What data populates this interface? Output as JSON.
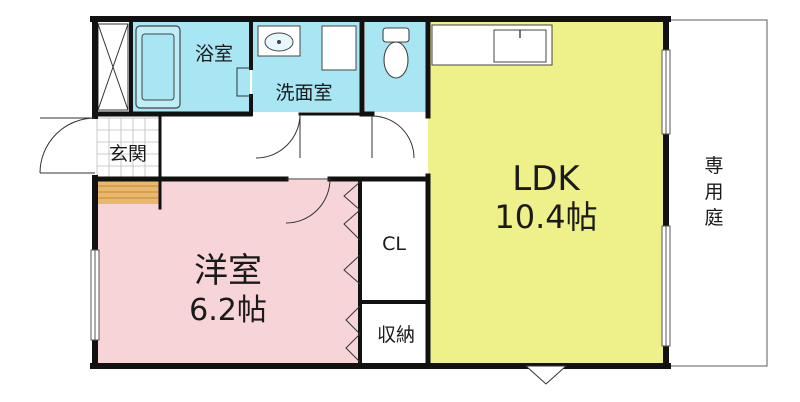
{
  "rooms": {
    "bath": "浴室",
    "washroom": "洗面室",
    "entrance": "玄関",
    "closet": "CL",
    "storage": "収納",
    "western_room": {
      "name": "洋室",
      "size": "6.2帖"
    },
    "ldk": {
      "name": "LDK",
      "size": "10.4帖"
    },
    "garden": [
      "専",
      "用",
      "庭"
    ]
  },
  "colors": {
    "ldk": "#eef08a",
    "western_room": "#f7d4d8",
    "wet_area": "#a8e6f3",
    "entrance": "#ffffff",
    "wall": "#111111",
    "step": "#e9b86a"
  }
}
